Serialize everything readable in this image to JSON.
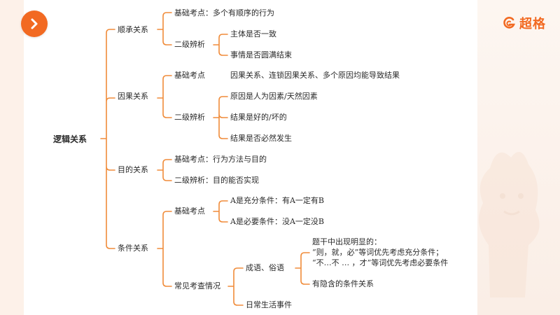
{
  "toolbar": {
    "next_icon": "chevron-right-icon"
  },
  "brand": {
    "logo_text": "超格",
    "logo_icon": "g-swirl-icon",
    "accent": "#f26a22",
    "line_color": "#f08c3a"
  },
  "diagram": {
    "root": "逻辑关系",
    "branches": [
      {
        "label": "顺承关系",
        "children": [
          {
            "label": "基础考点：多个有顺序的行为"
          },
          {
            "label": "二级辨析",
            "children": [
              {
                "label": "主体是否一致"
              },
              {
                "label": "事情是否圆满结束"
              }
            ]
          }
        ]
      },
      {
        "label": "因果关系",
        "children": [
          {
            "label": "基础考点",
            "children": [
              {
                "label": "因果关系、连锁因果关系、多个原因均能导致结果"
              }
            ]
          },
          {
            "label": "二级辨析",
            "children": [
              {
                "label": "原因是人为因素/天然因素"
              },
              {
                "label": "结果是好的/坏的"
              },
              {
                "label": "结果是否必然发生"
              }
            ]
          }
        ]
      },
      {
        "label": "目的关系",
        "children": [
          {
            "label": "基础考点：行为方法与目的"
          },
          {
            "label": "二级辨析：目的能否实现"
          }
        ]
      },
      {
        "label": "条件关系",
        "children": [
          {
            "label": "基础考点",
            "children": [
              {
                "label": "A是充分条件：有A一定有B"
              },
              {
                "label": "A是必要条件：没A一定没B"
              }
            ]
          },
          {
            "label": "常见考查情况",
            "children": [
              {
                "label": "成语、俗语",
                "children": [
                  {
                    "lines": [
                      "题干中出现明显的：",
                      "“则，就，必”等词优先考虑充分条件；",
                      "“不…不 … ，才”等词优先考虑必要条件"
                    ]
                  },
                  {
                    "label": "有隐含的条件关系"
                  }
                ]
              },
              {
                "label": "日常生活事件"
              }
            ]
          }
        ]
      }
    ]
  }
}
